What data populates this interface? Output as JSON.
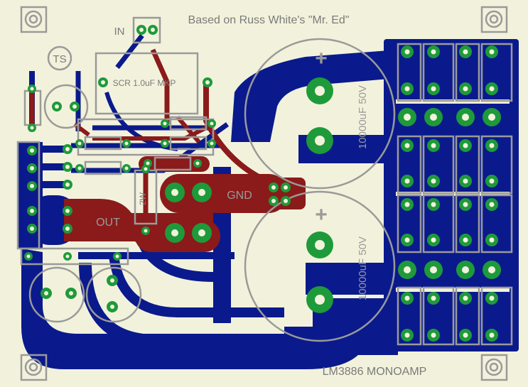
{
  "board": {
    "title": "Based on Russ White's \"Mr. Ed\"",
    "footer": "LM3886 MONOAMP",
    "colors": {
      "background": "#f2f2dc",
      "top_copper": "#8b1a1a",
      "bottom_copper": "#0a1a8c",
      "pad_green": "#1e9a3a",
      "silkscreen": "#9a9a9a"
    }
  },
  "labels": {
    "in": "IN",
    "ts": "TS",
    "scr_cap": "SCR 1.0uF MKP",
    "gnd": "GND",
    "out": "OUT",
    "resistor_2w": "2W",
    "cap_top_value": "10000uF 50V",
    "cap_bottom_value": "10000uF 50V",
    "cap_plus": "+"
  }
}
